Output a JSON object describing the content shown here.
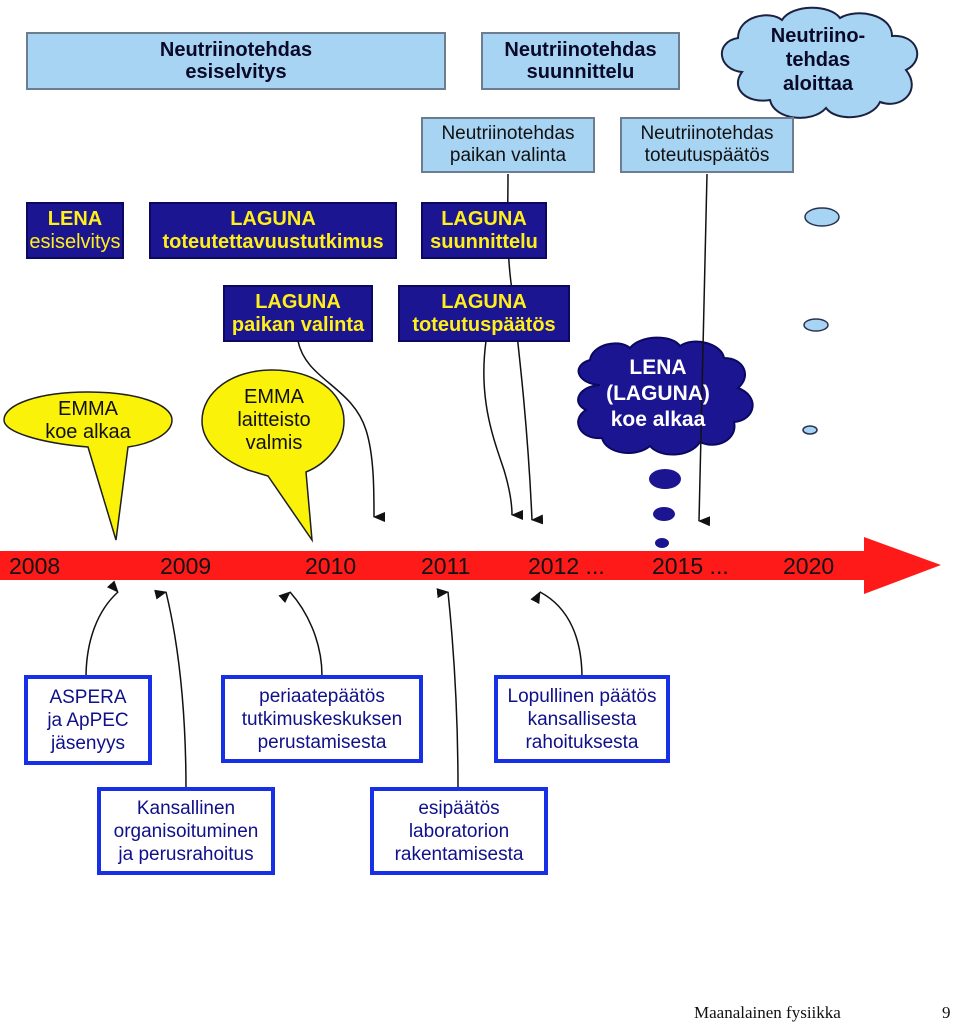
{
  "top_boxes": {
    "esiselvitys": [
      "Neutriinotehdas",
      "esiselvitys"
    ],
    "suunnittelu": [
      "Neutriinotehdas",
      "suunnittelu"
    ],
    "aloittaa": [
      "Neutriino-",
      "tehdas",
      "aloittaa"
    ],
    "paikan_valinta": [
      "Neutriinotehdas",
      "paikan valinta"
    ],
    "toteutuspaatos": [
      "Neutriinotehdas",
      "toteutuspäätös"
    ]
  },
  "navy_boxes": {
    "lena": [
      "LENA",
      "esiselvitys"
    ],
    "laguna_toteutettavuus": [
      "LAGUNA",
      "toteutettavuustutkimus"
    ],
    "laguna_suunnittelu": [
      "LAGUNA",
      "suunnittelu"
    ],
    "laguna_paikan_valinta": [
      "LAGUNA",
      "paikan valinta"
    ],
    "laguna_toteutuspaatos": [
      "LAGUNA",
      "toteutuspäätös"
    ]
  },
  "bubbles": {
    "emma_koe": [
      "EMMA",
      "koe alkaa"
    ],
    "emma_laitteisto": [
      "EMMA",
      "laitteisto",
      "valmis"
    ],
    "lena_koe": [
      "LENA",
      "(LAGUNA)",
      "koe alkaa"
    ]
  },
  "timeline": {
    "labels": [
      "2008",
      "2009",
      "2010",
      "2011",
      "2012 ...",
      "2015 ...",
      "2020"
    ],
    "color": "#ff1a1a"
  },
  "bottom_boxes": {
    "aspera": [
      "ASPERA",
      "ja ApPEC",
      "jäsenyys"
    ],
    "periaatepaatos": [
      "periaatepäätös",
      "tutkimuskeskuksen",
      "perustamisesta"
    ],
    "lopullinen": [
      "Lopullinen päätös",
      "kansallisesta",
      "rahoituksesta"
    ],
    "kansallinen": [
      "Kansallinen",
      "organisoituminen",
      "ja perusrahoitus"
    ],
    "esipaatos": [
      "esipäätös",
      "laboratorion",
      "rakentamisesta"
    ]
  },
  "footer": {
    "title": "Maanalainen fysiikka",
    "page": "9"
  },
  "colors": {
    "light_blue": "#a8d4f4",
    "navy": "#1c1591",
    "yellow_text": "#ffef1a",
    "bubble_yellow": "#fbf20a",
    "frame_blue": "#1730e6",
    "cloud_navy": "#1c1591",
    "cloud_light": "#a8d4f4"
  }
}
